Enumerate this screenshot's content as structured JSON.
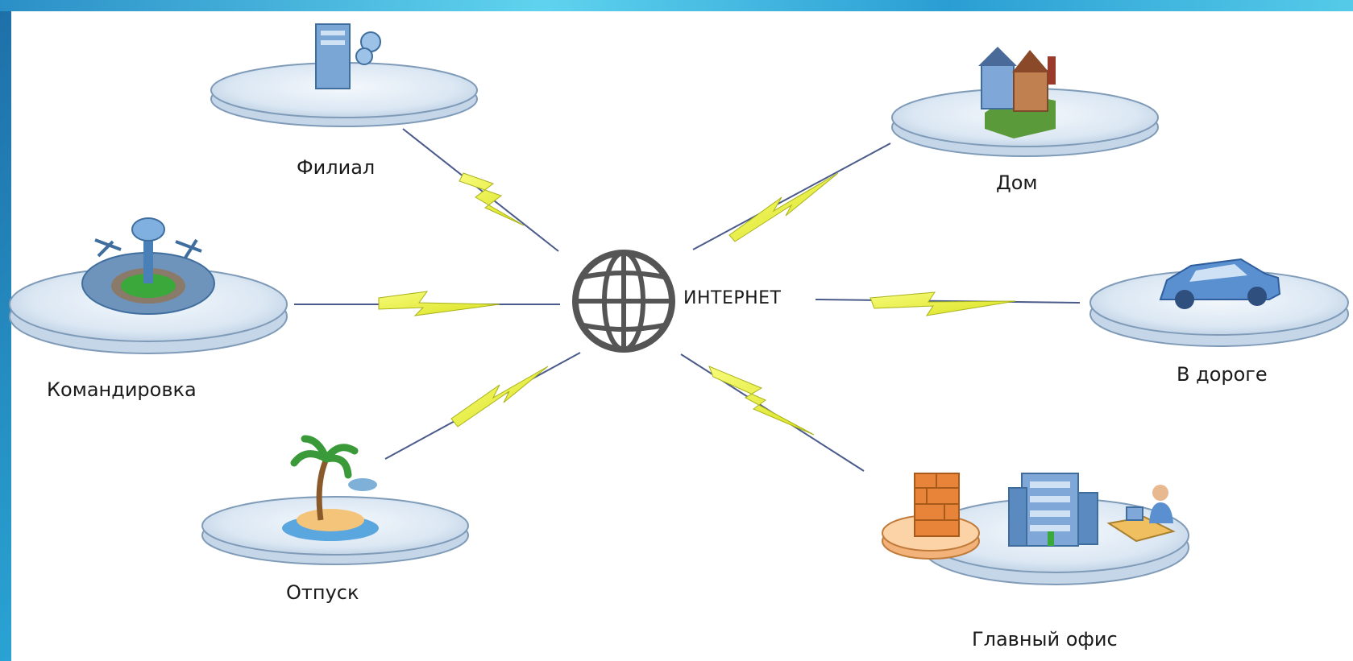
{
  "diagram": {
    "hub": {
      "label": "ИНТЕРНЕТ",
      "icon": "globe-icon"
    },
    "nodes": {
      "branch": {
        "label": "Филиал",
        "icon": "server-icon"
      },
      "trip": {
        "label": "Командировка",
        "icon": "airport-icon"
      },
      "vacation": {
        "label": "Отпуск",
        "icon": "island-icon"
      },
      "home": {
        "label": "Дом",
        "icon": "house-icon"
      },
      "road": {
        "label": "В дороге",
        "icon": "car-icon"
      },
      "hq": {
        "label": "Главный офис",
        "icon": "office-building-icon"
      }
    },
    "colors": {
      "platform": "#dbe7f3",
      "platform_edge": "#7f9bb8",
      "link": "#4a5a8a",
      "lightning": "#e8f03a",
      "globe": "#555555"
    }
  }
}
